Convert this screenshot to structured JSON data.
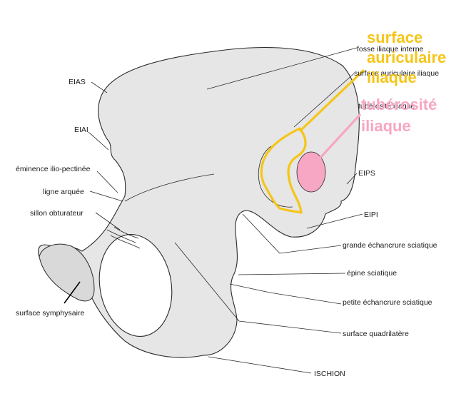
{
  "labels": {
    "fosse_iliaque_interne": "fosse iliaque interne",
    "surface_auriculaire_iliaque": "surface auriculaire iliaque",
    "tuberosite_iliaque": "tubérosité iliaque",
    "eias": "EIAS",
    "eiai": "EIAI",
    "eminence_ilio_pectinee": "éminence ilio-pectinée",
    "ligne_arquee": "ligne arquée",
    "sillon_obturateur": "sillon obturateur",
    "eips": "EIPS",
    "eipi": "EIPI",
    "grande_echancrure_sciatique": "grande échancrure sciatique",
    "epine_sciatique": "épine sciatique",
    "petite_echancrure_sciatique": "petite échancrure sciatique",
    "surface_quadrilatere": "surface quadrilatère",
    "surface_symphysaire": "surface symphysaire",
    "ischion": "ISCHION"
  },
  "annotations": {
    "surface_auriculaire": {
      "line1": "surface",
      "line2": "auriculaire",
      "line3": "iliaque"
    },
    "tuberosite": {
      "line1": "tubérosité",
      "line2": "iliaque"
    }
  },
  "colors": {
    "auricular_highlight": "#f5c518",
    "tuberosity_highlight": "#f7a6c4",
    "bone_fill": "#e6e6e6"
  }
}
